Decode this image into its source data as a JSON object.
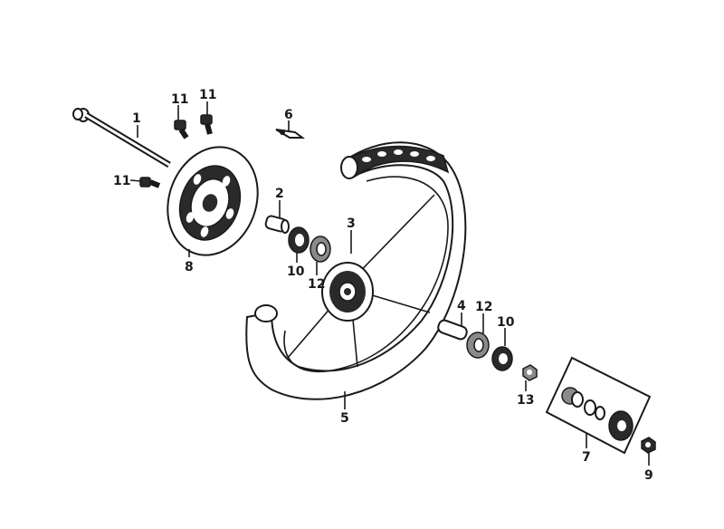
{
  "callouts": [
    {
      "id": "c1",
      "label": "1"
    },
    {
      "id": "c11a",
      "label": "11"
    },
    {
      "id": "c11b",
      "label": "11"
    },
    {
      "id": "c11c",
      "label": "11"
    },
    {
      "id": "c6",
      "label": "6"
    },
    {
      "id": "c2",
      "label": "2"
    },
    {
      "id": "c3",
      "label": "3"
    },
    {
      "id": "c8",
      "label": "8"
    },
    {
      "id": "c10a",
      "label": "10"
    },
    {
      "id": "c12a",
      "label": "12"
    },
    {
      "id": "c4",
      "label": "4"
    },
    {
      "id": "c12b",
      "label": "12"
    },
    {
      "id": "c10b",
      "label": "10"
    },
    {
      "id": "c13",
      "label": "13"
    },
    {
      "id": "c5",
      "label": "5"
    },
    {
      "id": "c7",
      "label": "7"
    },
    {
      "id": "c9",
      "label": "9"
    }
  ],
  "colors": {
    "ink": "#1a1a1a",
    "paper": "#ffffff",
    "shade": "#8a8a8a"
  }
}
